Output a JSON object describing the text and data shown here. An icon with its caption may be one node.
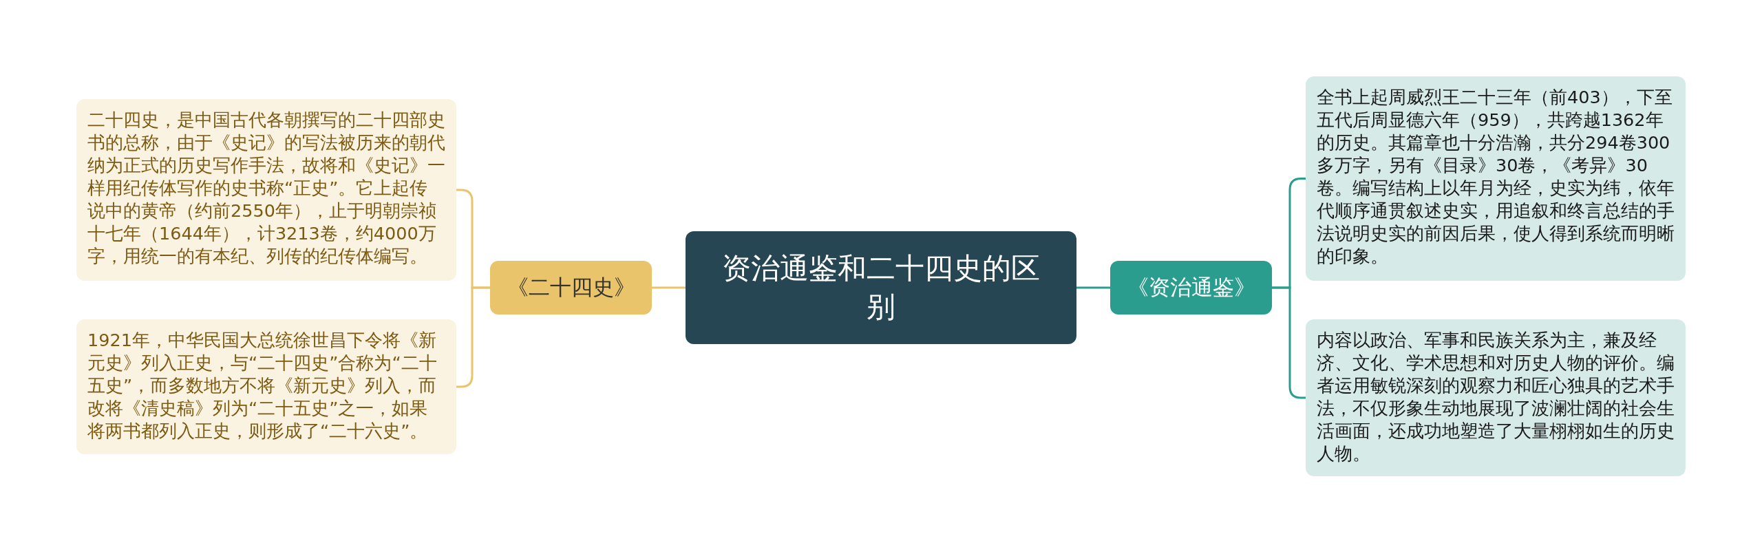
{
  "diagram": {
    "nodes": [
      {
        "text": [
          "资治通鉴和二十四史的区别"
        ]
      },
      {
        "text": [
          "《二十四史》"
        ]
      },
      {
        "text": [
          "二十四史，是中国古代各朝撰写的二十四部史书的总称，由于《史记》的写法被历来的朝代纳为正式的历史写作手法，故将和《史记》一样用纪传体写作的史书称“正史”。它上起传说中的黄帝（约前2550年），止于明朝崇祯十七年（1644年），计3213卷，约4000万字，用统一的有本纪、列传的纪传体编写。"
        ]
      },
      {
        "text": [
          "1921年，中华民国大总统徐世昌下令将《新元史》列入正史，与“二十四史”合称为“二十五史”，而多数地方不将《新元史》列入，而改将《清史稿》列为“二十五史”之一，如果将两书都列入正史，则形成了“二十六史”。"
        ]
      },
      {
        "text": [
          "《资治通鉴》"
        ]
      },
      {
        "text": [
          "全书上起周威烈王二十三年（前403），下至五代后周显德六年（959），共跨越1362年的历史。其篇章也十分浩瀚，共分294卷300多万字，另有《目录》30卷，《考异》30卷。编写结构上以年月为经，史实为纬，依年代顺序通贯叙述史实，用追叙和终言总结的手法说明史实的前因后果，使人得到系统而明晰的印象。"
        ]
      },
      {
        "text": [
          "内容以政治、军事和民族关系为主，兼及经济、文化、学术思想和对历史人物的评价。编者运用敏锐深刻的观察力和匠心独具的艺术手法，不仅形象生动地展现了波澜壮阔的社会生活画面，还成功地塑造了大量栩栩如生的历史人物。"
        ]
      }
    ],
    "edges": [
      {
        "from": 0,
        "to": 1,
        "arrow": "none",
        "color": "#e9c46a"
      },
      {
        "from": 1,
        "to": 2,
        "arrow": "none",
        "color": "#e9c46a"
      },
      {
        "from": 1,
        "to": 3,
        "arrow": "none",
        "color": "#e9c46a"
      },
      {
        "from": 0,
        "to": 4,
        "arrow": "none",
        "color": "#2a9d8f"
      },
      {
        "from": 4,
        "to": 5,
        "arrow": "none",
        "color": "#2a9d8f"
      },
      {
        "from": 4,
        "to": 6,
        "arrow": "none",
        "color": "#2a9d8f"
      }
    ]
  }
}
